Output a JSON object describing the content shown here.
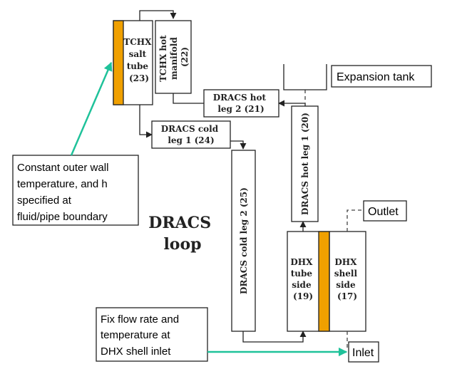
{
  "colors": {
    "salt_tube": "#f0a000",
    "callout_arrow": "#1fc29a",
    "line": "#222222"
  },
  "components": {
    "tchx_salt_tube": [
      "TCHX",
      "salt",
      "tube",
      "(23)"
    ],
    "tchx_hot_manifold": [
      "TCHX hot",
      "manifold",
      "(22)"
    ],
    "dracs_hot_leg_2": [
      "DRACS hot",
      "leg 2 (21)"
    ],
    "dracs_cold_leg_1": [
      "DRACS cold",
      "leg 1 (24)"
    ],
    "dracs_cold_leg_2": "DRACS cold leg 2 (25)",
    "dracs_hot_leg_1": "DRACS hot leg 1 (20)",
    "dhx_tube_side": [
      "DHX",
      "tube",
      "side",
      "(19)"
    ],
    "dhx_shell_side": [
      "DHX",
      "shell",
      "side",
      "(17)"
    ]
  },
  "title": [
    "DRACS",
    "loop"
  ],
  "labels": {
    "expansion_tank": "Expansion tank",
    "outlet": "Outlet",
    "inlet": "Inlet"
  },
  "callouts": {
    "wall": [
      "Constant outer wall",
      "temperature, and h",
      "specified at",
      "fluid/pipe boundary"
    ],
    "flow": [
      "Fix flow rate and",
      "temperature at",
      "DHX shell inlet"
    ]
  }
}
